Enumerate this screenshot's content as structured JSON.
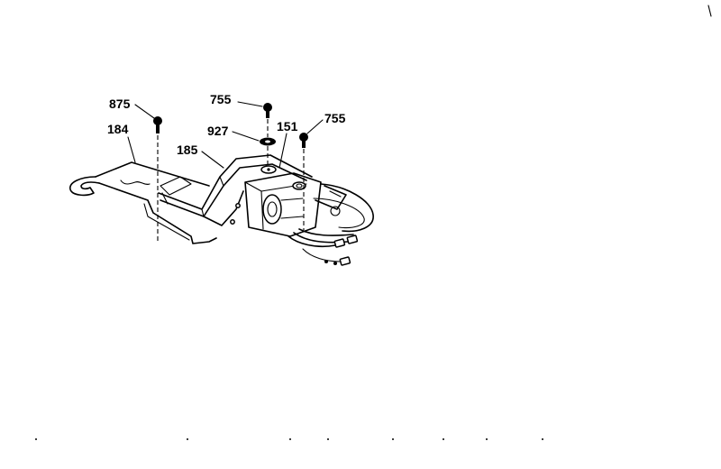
{
  "callouts": {
    "c875": "875",
    "c184": "184",
    "c185": "185",
    "c755a": "755",
    "c927": "927",
    "c151": "151",
    "c755b": "755"
  }
}
